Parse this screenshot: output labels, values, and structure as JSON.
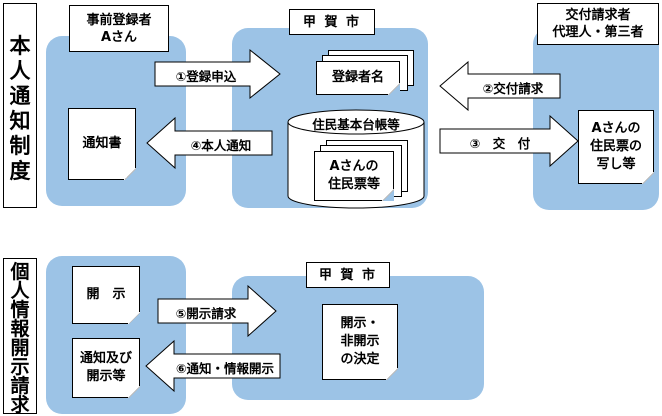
{
  "section1": {
    "title_chars": [
      "本",
      "人",
      "通",
      "知",
      "制",
      "度"
    ],
    "applicant": {
      "line1": "事前登録者",
      "line2": "Aさん"
    },
    "city": "甲 賀 市",
    "requester": {
      "line1": "交付請求者",
      "line2": "代理人・第三者"
    },
    "registrant_name": "登録者名",
    "register_db": "住民基本台帳等",
    "resident_card": {
      "line1": "Aさんの",
      "line2": "住民票等"
    },
    "notice_doc": "通知書",
    "copy_doc": {
      "line1": "Aさんの",
      "line2": "住民票の",
      "line3": "写し等"
    },
    "arrows": {
      "a1": "①登録申込",
      "a2": "②交付請求",
      "a3": "③　交　付",
      "a4": "④本人通知"
    }
  },
  "section2": {
    "title_chars": [
      "個",
      "人",
      "情",
      "報",
      "開",
      "示",
      "請",
      "求"
    ],
    "city": "甲 賀 市",
    "disclosure_doc": "開　示",
    "notice_doc": {
      "line1": "通知及び",
      "line2": "開示等"
    },
    "decision_doc": {
      "line1": "開示・",
      "line2": "非開示",
      "line3": "の決定"
    },
    "arrows": {
      "a5": "⑤開示請求",
      "a6": "⑥通知・情報開示"
    }
  },
  "colors": {
    "panel_blue": "#9cc3e6",
    "border": "#000000"
  }
}
